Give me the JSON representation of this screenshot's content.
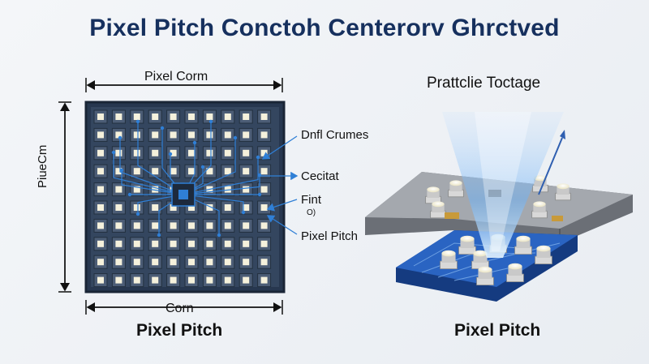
{
  "title": "Pixel Pitch Conctoh Centerorv Ghrctved",
  "left_panel": {
    "top_dimension": "Pixel Corm",
    "side_dimension": "PiueCm",
    "bottom_dimension": "Corn",
    "caption": "Pixel Pitch",
    "callouts": [
      "Dnfl Crumes",
      "Cecitat",
      "Fint",
      "O)",
      "Pixel Pitch"
    ]
  },
  "right_panel": {
    "title": "Prattclie Toctage",
    "caption": "Pixel Pitch"
  },
  "colors": {
    "title": "#16305e",
    "grid_board": "#2c3e5c",
    "trace": "#2f7fd6",
    "led": "#f5f1dc",
    "pcb_blue": "#1f4fa0",
    "pcb_gray": "#6b6f76",
    "beam": "#7fb8f0"
  }
}
